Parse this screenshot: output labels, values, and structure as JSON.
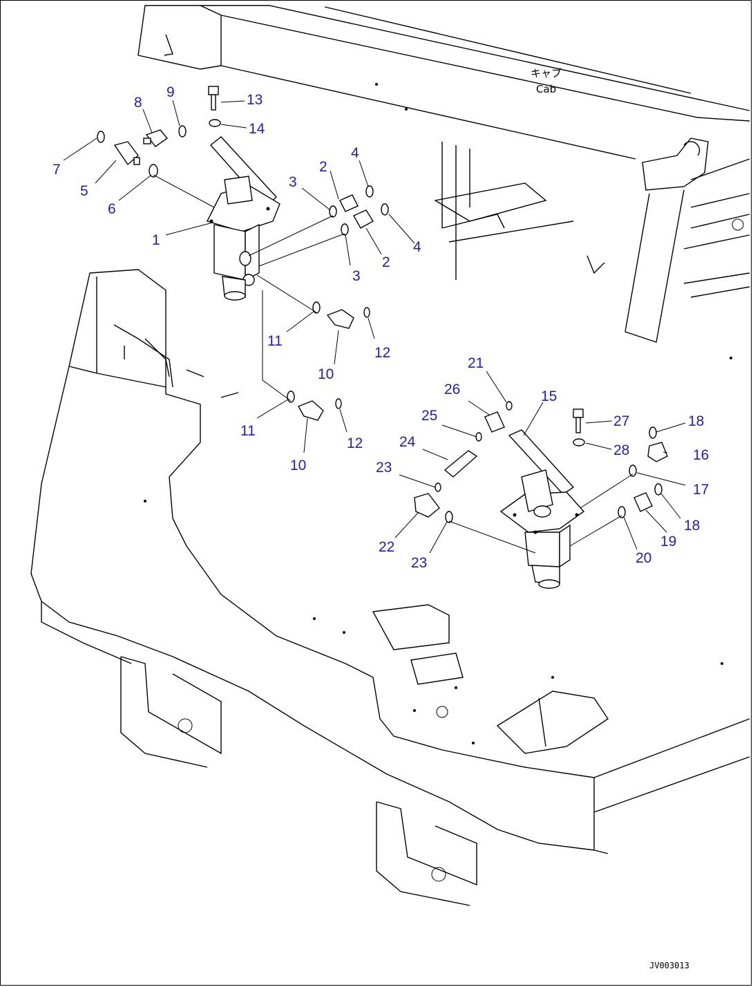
{
  "diagram": {
    "cab_label_jp": "キャブ",
    "cab_label_en": "Cab",
    "drawing_code": "JV003013",
    "callouts": [
      "1",
      "2",
      "3",
      "4",
      "5",
      "6",
      "7",
      "8",
      "9",
      "10",
      "11",
      "12",
      "13",
      "14",
      "15",
      "16",
      "17",
      "18",
      "19",
      "20",
      "21",
      "22",
      "23",
      "24",
      "25",
      "26",
      "27",
      "28"
    ],
    "callout_color": "#1c1cc8"
  }
}
